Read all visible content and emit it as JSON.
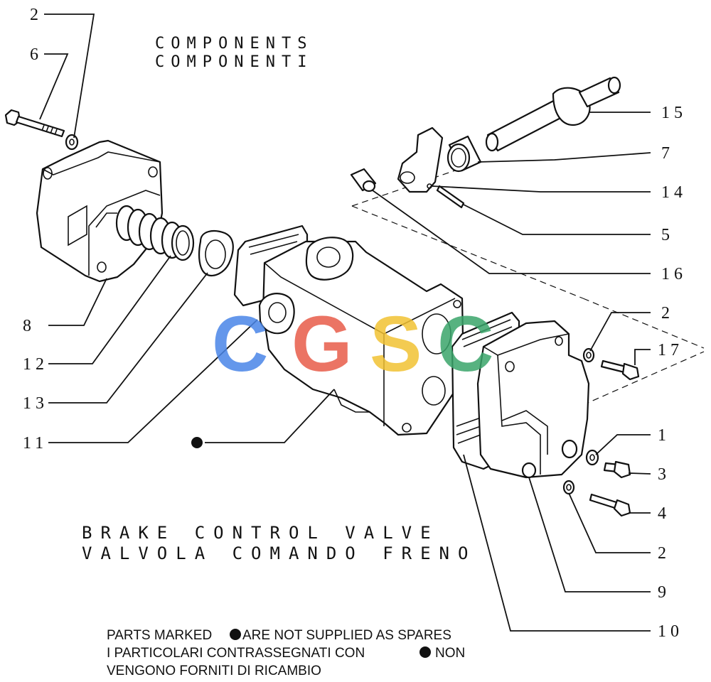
{
  "header": {
    "line1": "COMPONENTS",
    "line2": "COMPONENTI"
  },
  "title": {
    "line1": "BRAKE CONTROL VALVE",
    "line2": "VALVOLA COMANDO FRENO"
  },
  "note": {
    "line1a": "PARTS MARKED",
    "line1b": "ARE NOT SUPPLIED AS SPARES",
    "line2a": "I PARTICOLARI CONTRASSEGNATI CON",
    "line2b": "NON",
    "line3": "VENGONO FORNITI DI RICAMBIO"
  },
  "callouts": {
    "c2_top": "2",
    "c6": "6",
    "c8": "8",
    "c12": "12",
    "c13": "13",
    "c11": "11",
    "c15": "15",
    "c7": "7",
    "c14": "14",
    "c5": "5",
    "c16": "16",
    "c2_right": "2",
    "c17": "17",
    "c1": "1",
    "c3": "3",
    "c4": "4",
    "c2_bottom": "2",
    "c9": "9",
    "c10": "10"
  },
  "watermark": {
    "text": "CGSC",
    "colors": [
      "#4a86e8",
      "#e85c4a",
      "#f2c233",
      "#3aa56b"
    ]
  },
  "colors": {
    "ink": "#111111",
    "background": "#ffffff"
  }
}
